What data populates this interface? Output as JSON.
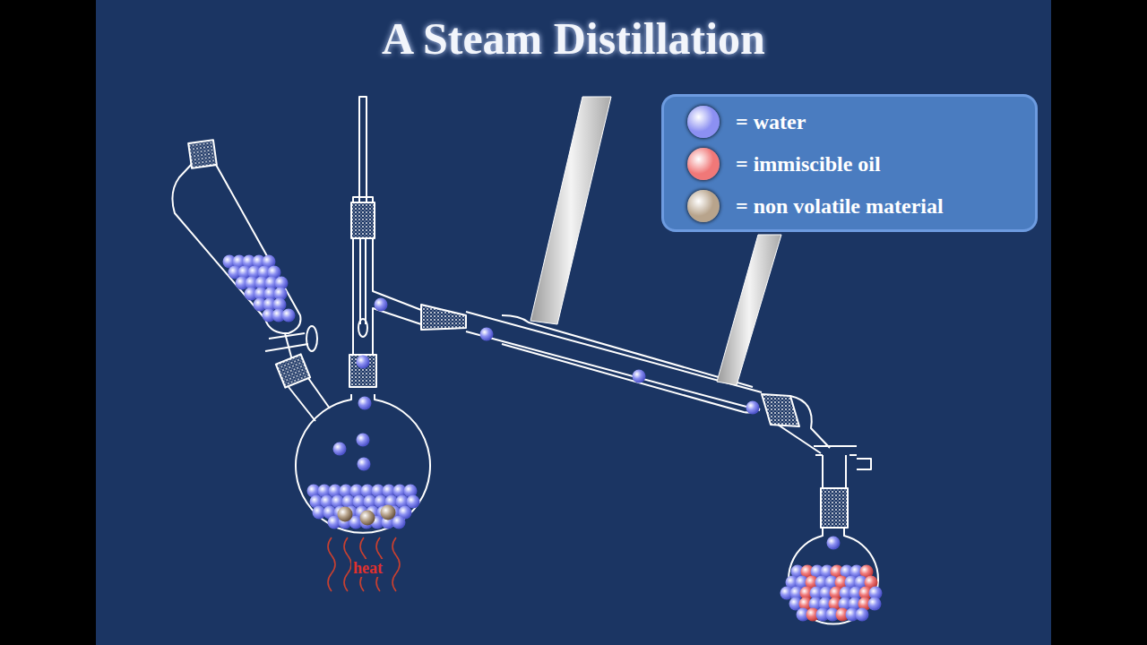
{
  "diagram": {
    "title": "A Steam Distillation",
    "labels": [
      "heat"
    ],
    "legend": [
      {
        "text": "= water",
        "color": "#8c90f2"
      },
      {
        "text": "= immiscible oil",
        "color": "#f07878"
      },
      {
        "text": "= non volatile material",
        "color": "#b8a48c"
      }
    ]
  }
}
